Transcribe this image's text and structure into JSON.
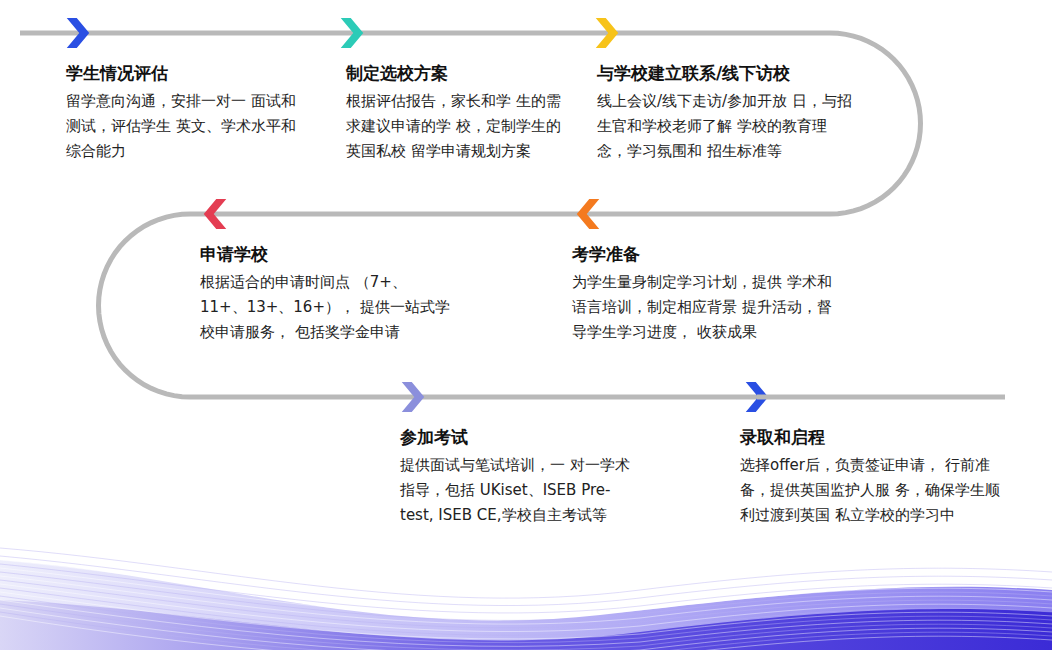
{
  "diagram": {
    "nodes": [
      {
        "text": [
          "学生情况评估",
          "留学意向沟通，安排一对一 面试和测试，评估学生 英文、学术水平和综合能力"
        ]
      },
      {
        "text": [
          "制定选校方案",
          "根据评估报告，家长和学 生的需求建议申请的学 校，定制学生的英国私校 留学申请规划方案"
        ]
      },
      {
        "text": [
          "与学校建立联系/线下访校",
          "线上会议/线下走访/参加开放 日，与招生官和学校老师了解 学校的教育理念，学习氛围和 招生标准等"
        ]
      },
      {
        "text": [
          "考学准备",
          "为学生量身制定学习计划，提供 学术和语言培训，制定相应背景 提升活动，督导学生学习进度， 收获成果"
        ]
      },
      {
        "text": [
          "申请学校",
          "根据适合的申请时间点 （7+、11+、13+、16+）， 提供一站式学校申请服务， 包括奖学金申请"
        ]
      },
      {
        "text": [
          "参加考试",
          "提供面试与笔试培训，一 对一学术指导，包括 UKiset、ISEB Pre-test, ISEB CE,学校自主考试等"
        ]
      },
      {
        "text": [
          "录取和启程",
          "选择offer后，负责签证申请， 行前准备，提供英国监护人服 务，确保学生顺利过渡到英国 私立学校的学习中"
        ]
      }
    ],
    "edges": [
      {
        "from": 0,
        "to": 1,
        "arrow": "to"
      },
      {
        "from": 1,
        "to": 2,
        "arrow": "to"
      },
      {
        "from": 2,
        "to": 3,
        "arrow": "to"
      },
      {
        "from": 3,
        "to": 4,
        "arrow": "to"
      },
      {
        "from": 4,
        "to": 5,
        "arrow": "to"
      },
      {
        "from": 5,
        "to": 6,
        "arrow": "to"
      }
    ]
  }
}
